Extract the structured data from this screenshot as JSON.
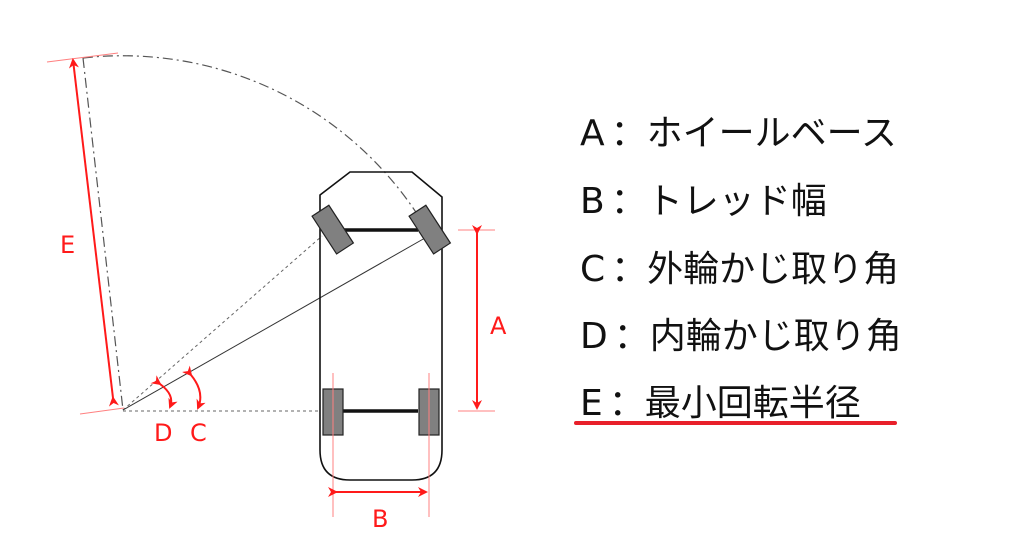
{
  "colors": {
    "dimension": "#ff1a1a",
    "underline": "#e8202a",
    "wheel": "#808080",
    "outline": "#111111"
  },
  "diagram_labels": {
    "A": "A",
    "B": "B",
    "C": "C",
    "D": "D",
    "E": "E"
  },
  "legend": [
    {
      "key": "A",
      "sep": "：",
      "text": "ホイールベース"
    },
    {
      "key": "B",
      "sep": "：",
      "text": "トレッド幅"
    },
    {
      "key": "C",
      "sep": "：",
      "text": "外輪かじ取り角"
    },
    {
      "key": "D",
      "sep": "：",
      "text": "内輪かじ取り角"
    },
    {
      "key": "E",
      "sep": "：",
      "text": "最小回転半径"
    }
  ]
}
